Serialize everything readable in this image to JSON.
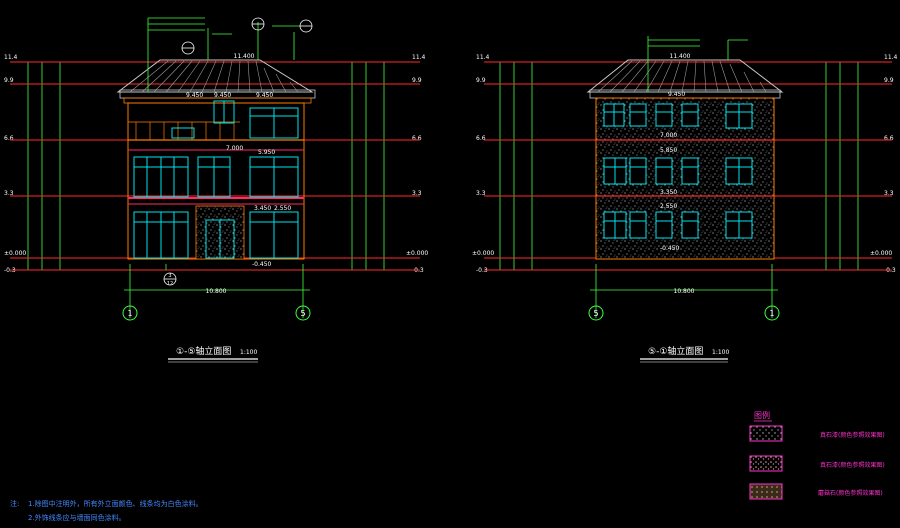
{
  "palette": {
    "background": "#000000",
    "floor_line": "#ff2a2a",
    "wall_outline": "#ff7a00",
    "window": "#00e5ee",
    "roof": "#c8c8c8",
    "dimension": "#3fff3f",
    "label": "#ffffff",
    "legend_text": "#ff33cc",
    "note_text": "#4488ff",
    "hatch": "#b8b8b8"
  },
  "level_marks": [
    "11.4",
    "9.9",
    "6.6",
    "3.3",
    "±0.000",
    "-0.3"
  ],
  "left_view": {
    "title": "①-⑤轴立面图",
    "scale": "1:100",
    "overall_width": "10.800",
    "axis_start": "1",
    "axis_end": "5",
    "ridge_level": "11.400",
    "inner_levels": [
      "9.450",
      "7.000",
      "5.950",
      "3.450",
      "2.550",
      "-0.450"
    ],
    "callout_bottom": [
      "3",
      "12"
    ]
  },
  "right_view": {
    "title": "⑤-①轴立面图",
    "scale": "1:100",
    "overall_width": "10.800",
    "axis_start": "5",
    "axis_end": "1",
    "ridge_level": "11.400",
    "inner_levels": [
      "9.450",
      "7.000",
      "5.850",
      "3.350",
      "2.550",
      "-0.450"
    ]
  },
  "legend": {
    "title": "图例",
    "items": [
      {
        "label": "真石漆(颜色参照效果图)",
        "swatch": "#9a9a9a"
      },
      {
        "label": "真石漆(颜色参照效果图)",
        "swatch": "#b08a7a"
      },
      {
        "label": "蘑菇石(颜色参照效果图)",
        "swatch": "#8a6a4a"
      }
    ]
  },
  "notes": {
    "prefix": "注:",
    "lines": [
      "1.除图中注明外，所有外立面颜色、线条均为白色涂料。",
      "2.外饰线条应与墙面同色涂料。"
    ]
  }
}
